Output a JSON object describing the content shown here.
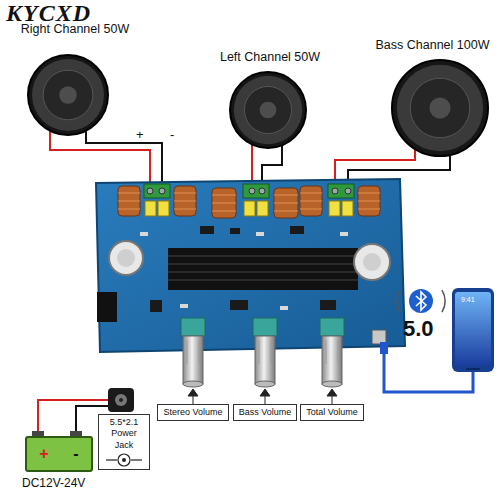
{
  "diagram": {
    "nodes": [
      {
        "text": [
          "Right Channel 50W"
        ]
      },
      {
        "text": [
          "Left Channel 50W"
        ]
      },
      {
        "text": [
          "Bass Channel 100W"
        ]
      },
      {
        "text": [
          "Stereo Volume"
        ]
      },
      {
        "text": [
          "Bass Volume"
        ]
      },
      {
        "text": [
          "Total Volume"
        ]
      },
      {
        "text": [
          "5.5*2.1 Power Jack"
        ]
      },
      {
        "text": [
          "+",
          "-"
        ]
      }
    ],
    "labels": [
      "KYCXD",
      "+",
      "-",
      "5.0",
      "9:41",
      "DC12V-24V"
    ]
  }
}
